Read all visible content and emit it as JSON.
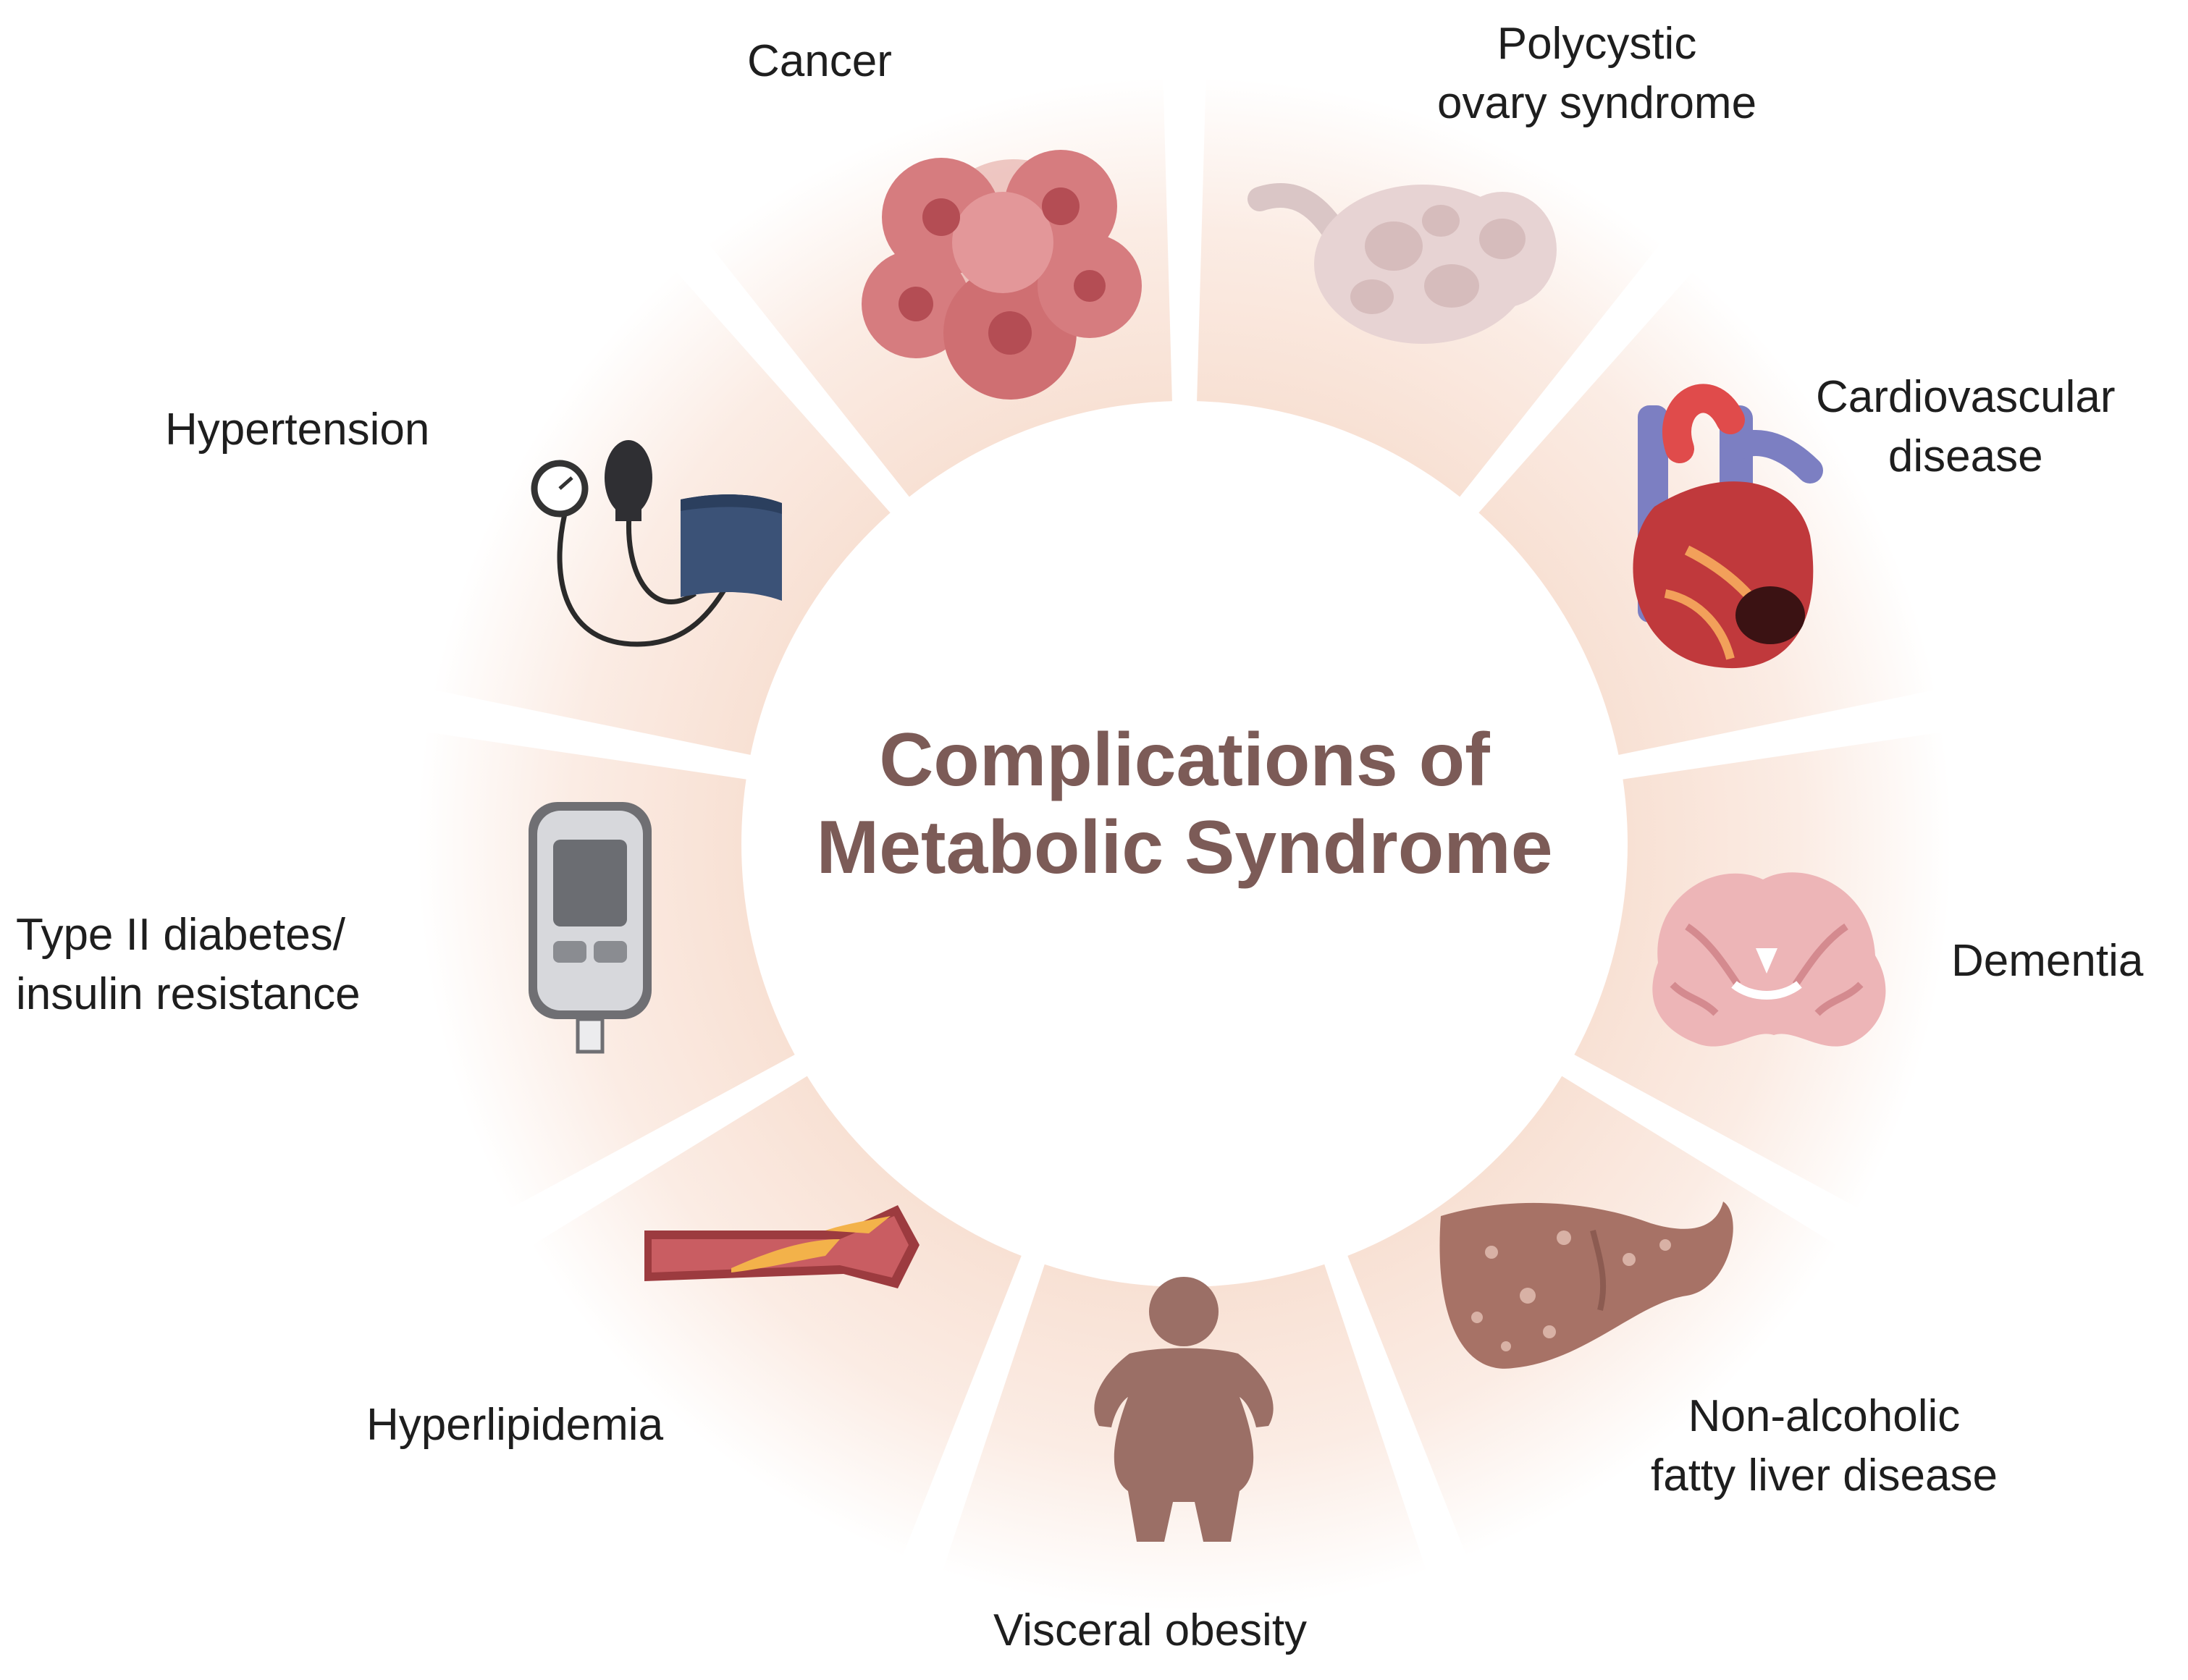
{
  "title": "Complications of\nMetabolic Syndrome",
  "colors": {
    "segment_fill": "#f7ddd0",
    "title": "#7c5b57",
    "label": "#1e1e1e",
    "icon_skin": "#9b6f66",
    "icon_red": "#c95d62",
    "icon_cuff": "#3b5277"
  },
  "complications": [
    {
      "label": "Cancer",
      "icon": "cancer-cells-icon"
    },
    {
      "label": "Polycystic\novary syndrome",
      "icon": "ovary-icon"
    },
    {
      "label": "Cardiovascular\ndisease",
      "icon": "heart-icon"
    },
    {
      "label": "Dementia",
      "icon": "brain-icon"
    },
    {
      "label": "Non-alcoholic\nfatty liver disease",
      "icon": "liver-icon"
    },
    {
      "label": "Visceral obesity",
      "icon": "obese-person-icon"
    },
    {
      "label": "Hyperlipidemia",
      "icon": "clogged-artery-icon"
    },
    {
      "label": "Type II diabetes/\ninsulin resistance",
      "icon": "glucose-meter-icon"
    },
    {
      "label": "Hypertension",
      "icon": "blood-pressure-monitor-icon"
    }
  ]
}
